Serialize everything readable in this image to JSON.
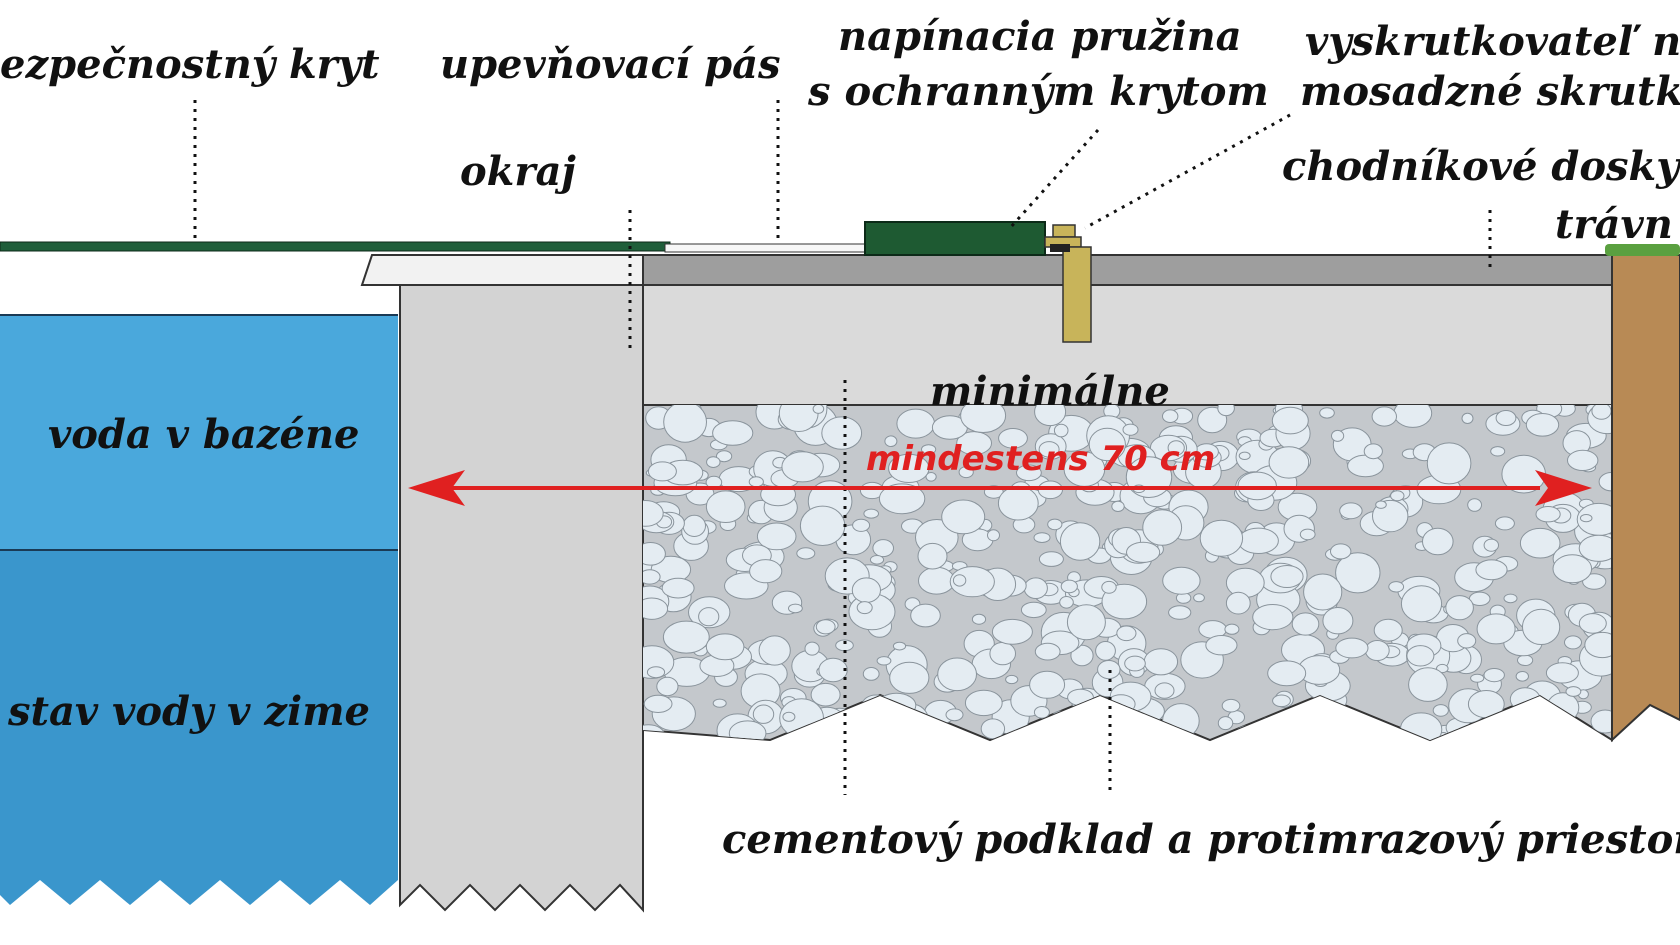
{
  "labels": {
    "safety_cover": "ezpečnostný kryt",
    "fastening_strap": "upevňovací pás",
    "edge": "okraj",
    "tension_spring_l1": "napínacia pružina",
    "tension_spring_l2": "s ochranným krytom",
    "screwdriver_l1": "vyskrutkovateľ ne",
    "screwdriver_l2": "mosadzné skrutky",
    "paving_slabs": "chodníkové dosky",
    "lawn": "trávn",
    "pool_water": "voda v bazéne",
    "winter_water_level": "stav vody v zime",
    "minimum": "minimálne",
    "minimum_de": "mindestens 70 cm",
    "cement_base": "cementový podklad a protimrazový priestor"
  },
  "colors": {
    "water": "#4aa8dc",
    "water_dark": "#3a96cc",
    "concrete": "#d3d3d3",
    "concrete_upper": "#dadada",
    "gravel_bg": "#c4c8cc",
    "stone": "#e4ecf2",
    "slab_top": "#9e9e9e",
    "cover": "#1f5e3a",
    "spring_box": "#1e5a32",
    "brass": "#c8b45a",
    "soil": "#b88a55",
    "grass": "#5aa040",
    "arrow_red": "#e02020"
  }
}
